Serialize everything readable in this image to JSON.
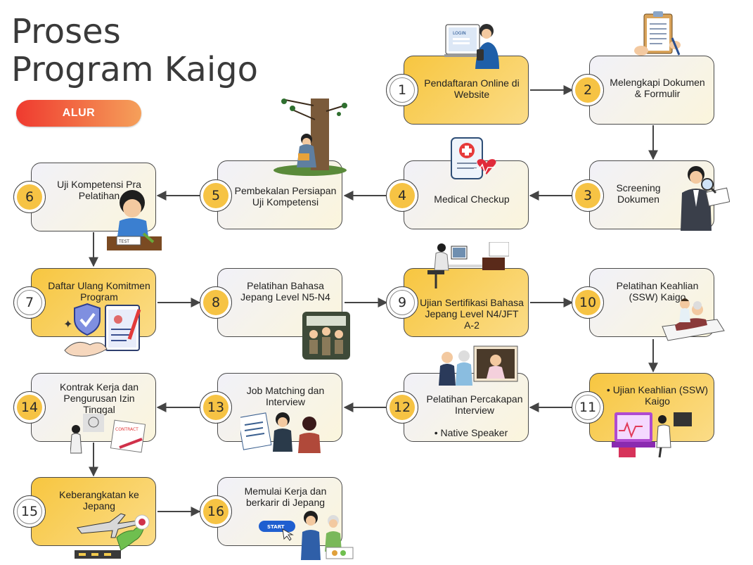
{
  "title": {
    "line1": "Proses",
    "line2": "Program Kaigo"
  },
  "badge": "ALUR",
  "steps": [
    {
      "num": "1",
      "label": "Pendaftaran Online di Website"
    },
    {
      "num": "2",
      "label": "Melengkapi Dokumen & Formulir"
    },
    {
      "num": "3",
      "label": "Screening Dokumen"
    },
    {
      "num": "4",
      "label": "Medical Checkup"
    },
    {
      "num": "5",
      "label": "Pembekalan Persiapan Uji Kompetensi"
    },
    {
      "num": "6",
      "label": "Uji Kompetensi Pra Pelatihan"
    },
    {
      "num": "7",
      "label": "Daftar Ulang Komitmen Program"
    },
    {
      "num": "8",
      "label": "Pelatihan Bahasa Jepang Level N5-N4"
    },
    {
      "num": "9",
      "label": "Ujian Sertifikasi Bahasa Jepang Level N4/JFT A-2"
    },
    {
      "num": "10",
      "label": "Pelatihan Keahlian (SSW) Kaigo"
    },
    {
      "num": "11",
      "label": "• Ujian Keahlian (SSW) Kaigo"
    },
    {
      "num": "12",
      "label": "Pelatihan Percakapan Interview",
      "label2": "• Native Speaker"
    },
    {
      "num": "13",
      "label": "Job Matching dan Interview"
    },
    {
      "num": "14",
      "label": "Kontrak Kerja dan Pengurusan Izin Tinggal"
    },
    {
      "num": "15",
      "label": "Keberangkatan ke Jepang"
    },
    {
      "num": "16",
      "label": "Memulai Kerja dan berkarir di Jepang"
    }
  ],
  "illustrations": {
    "login_text": "LOGIN",
    "test_text": "TEST",
    "contract_text": "CONTRACT",
    "start_text": "START"
  },
  "colors": {
    "yellow": "#f7c640",
    "light": "#f1f1f8",
    "badge_start": "#ef3a2f",
    "badge_end": "#f5a05a",
    "arrow": "#444444"
  }
}
